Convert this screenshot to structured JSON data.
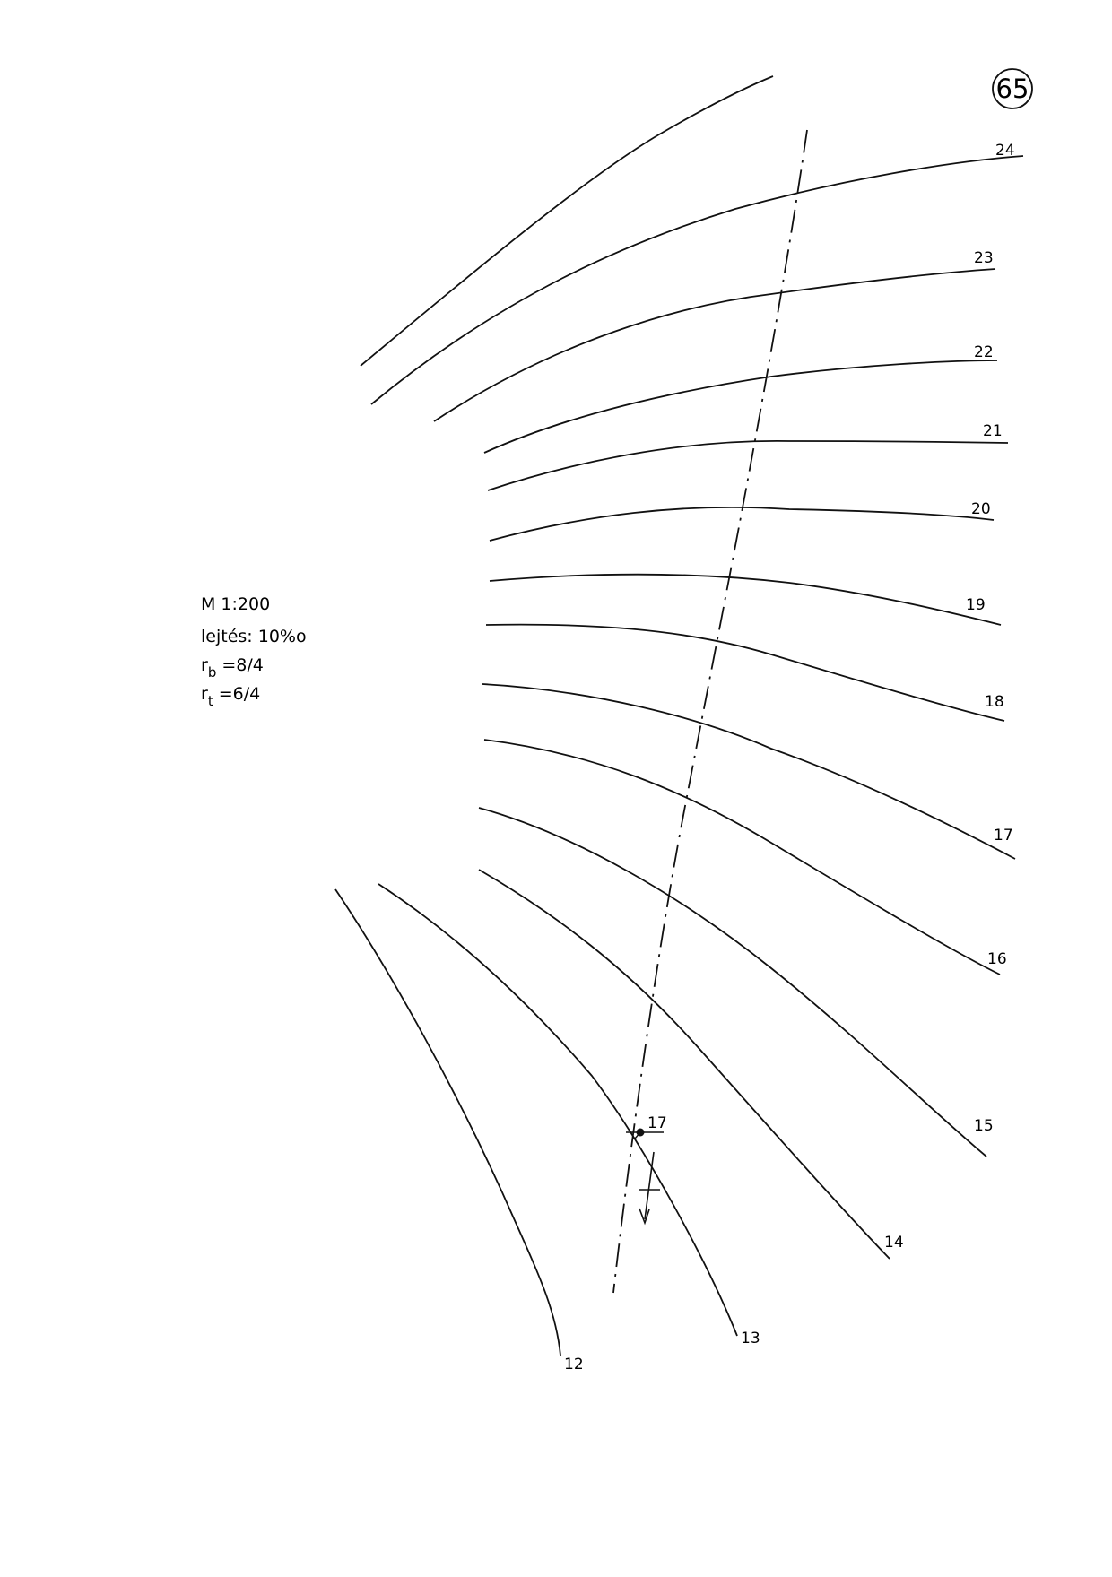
{
  "sheet": {
    "number": "65"
  },
  "legend": {
    "scale": "M   1:200",
    "slope": "lejtés: 10%o",
    "rb_symbol": "r",
    "rb_sub": "b",
    "rb_value": " =8/4",
    "rt_symbol": "r",
    "rt_sub": "t",
    "rt_value": " =6/4"
  },
  "contour_labels": [
    "24",
    "23",
    "22",
    "21",
    "20",
    "19",
    "18",
    "17",
    "16",
    "15",
    "14",
    "13",
    "12"
  ],
  "marker": {
    "label": "17"
  }
}
